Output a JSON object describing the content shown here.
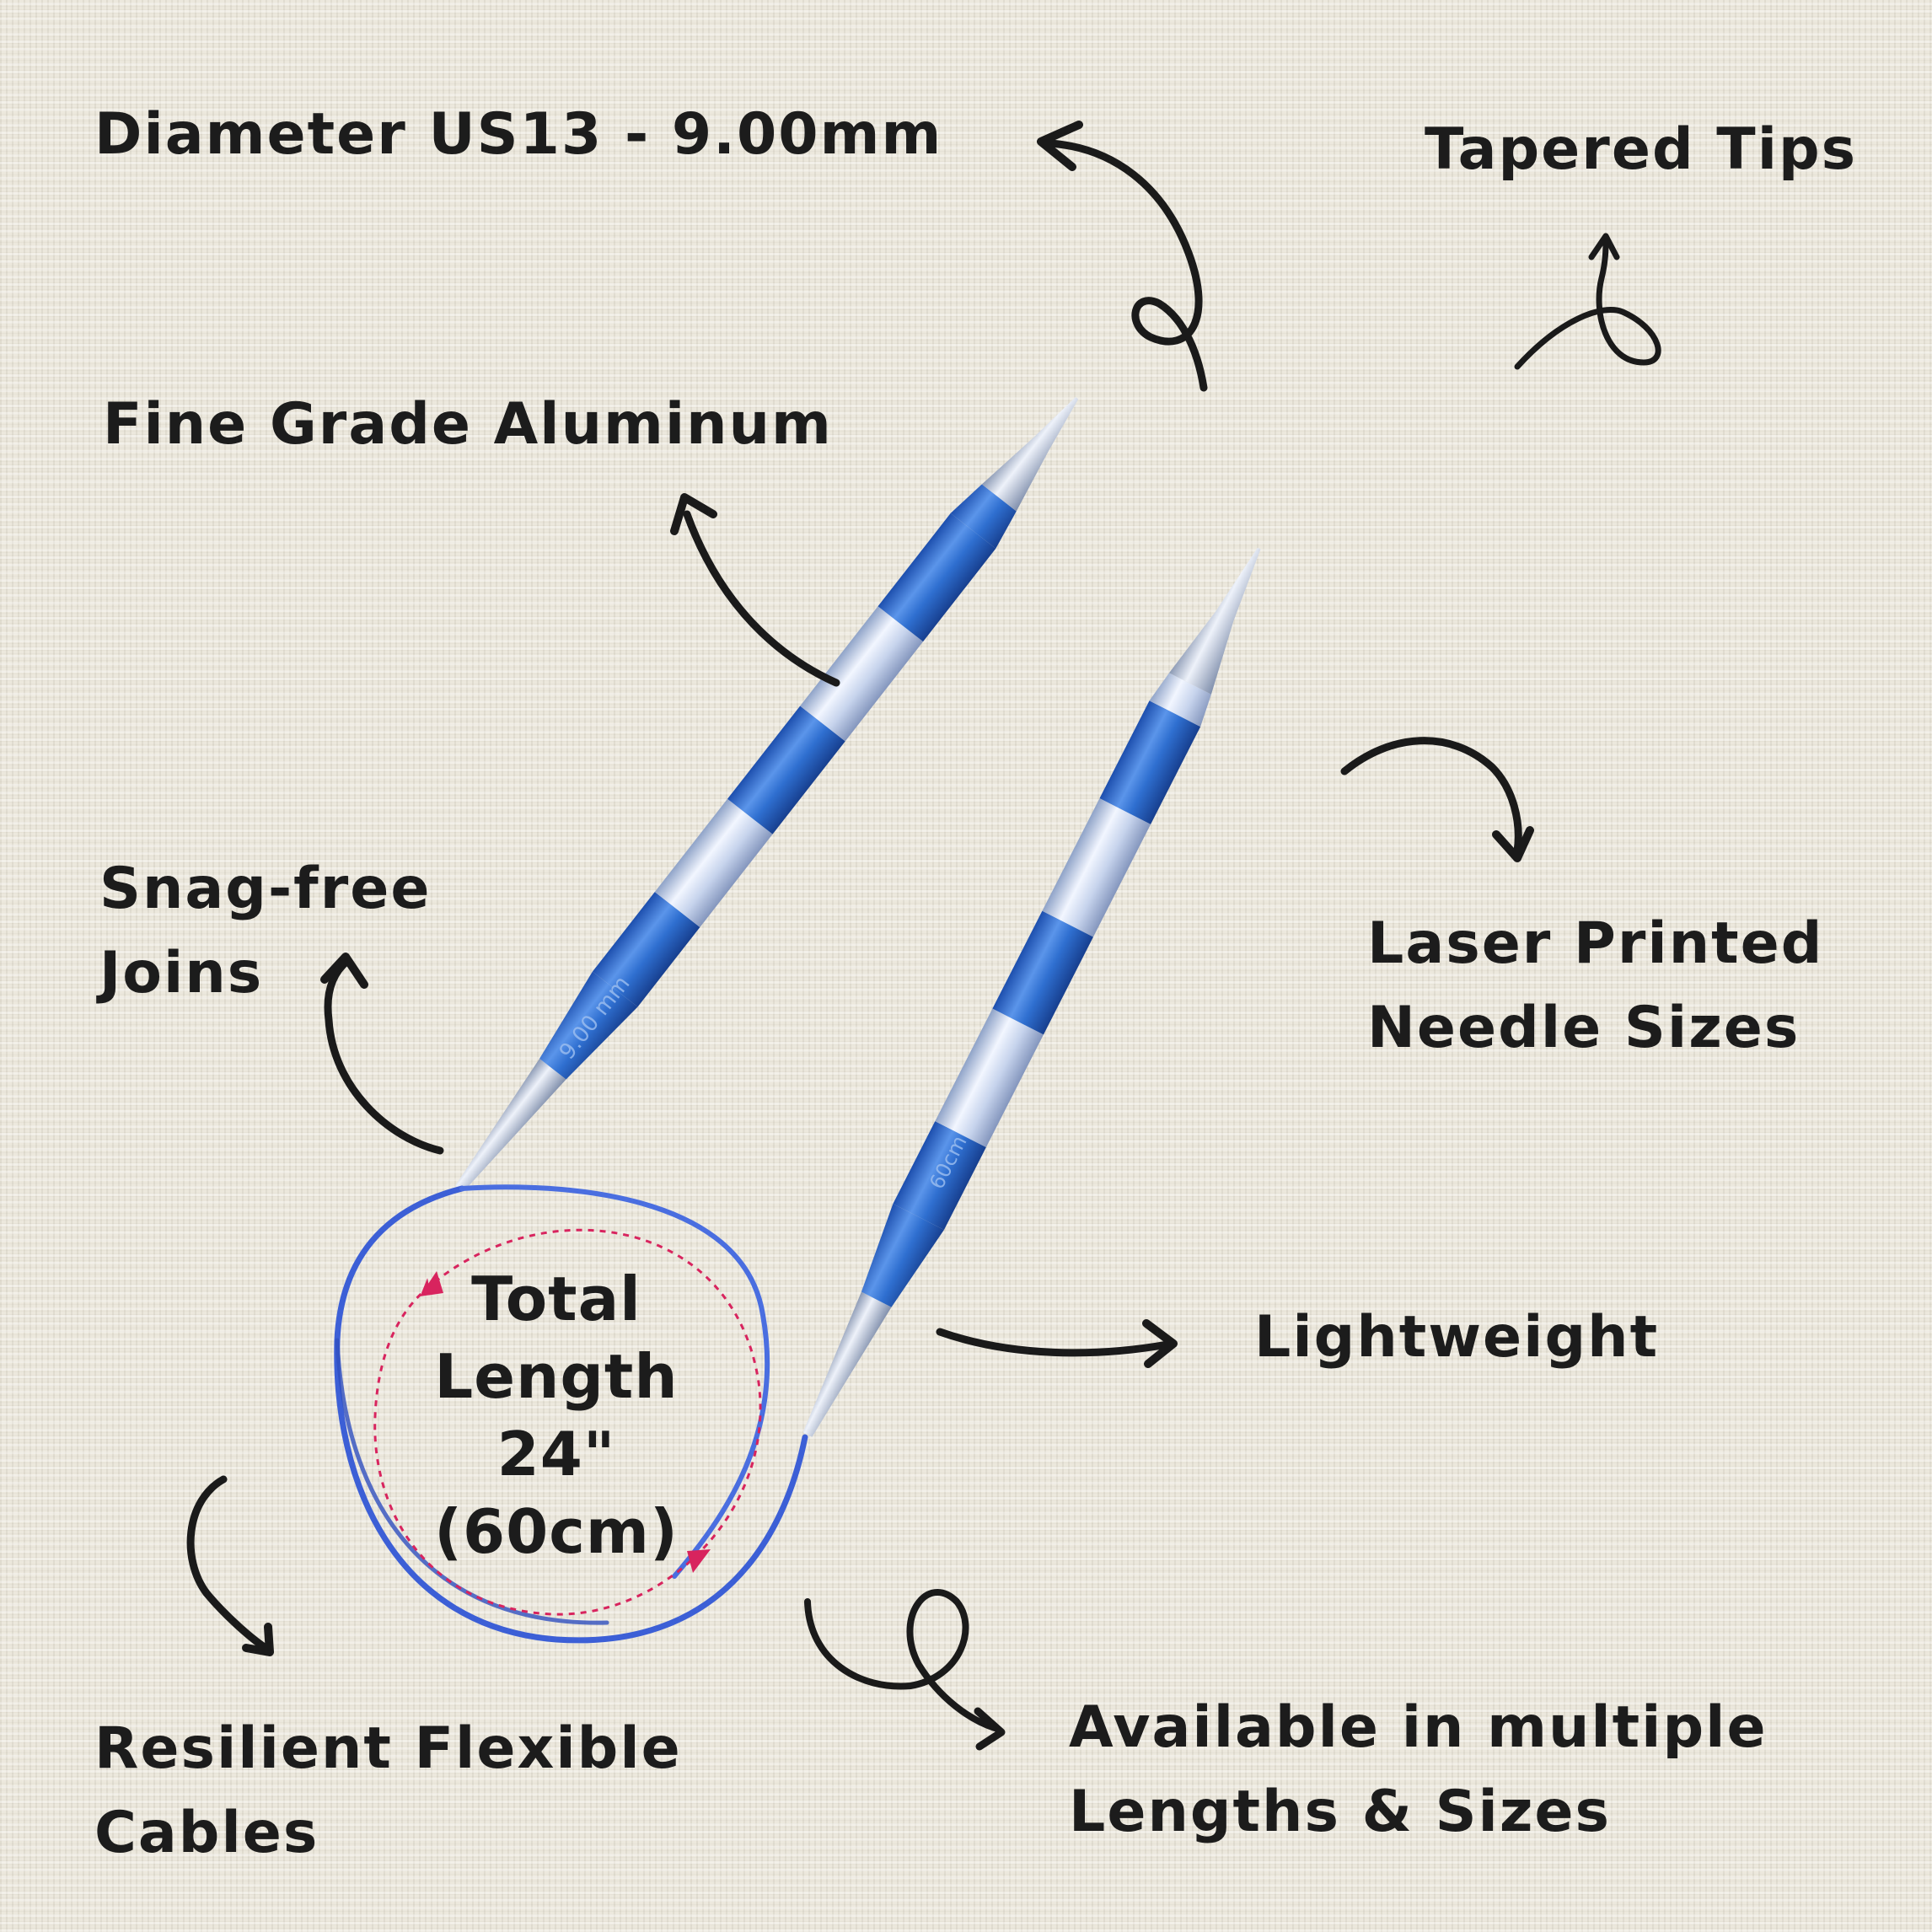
{
  "labels": {
    "diameter": "Diameter US13 - 9.00mm",
    "tapered_tips": "Tapered Tips",
    "aluminum": "Fine Grade Aluminum",
    "snag_free_line1": "Snag-free",
    "snag_free_line2": "Joins",
    "laser_line1": "Laser Printed",
    "laser_line2": "Needle Sizes",
    "lightweight": "Lightweight",
    "resilient_line1": "Resilient Flexible",
    "resilient_line2": "Cables",
    "available_line1": "Available in multiple",
    "available_line2": "Lengths & Sizes"
  },
  "total_length": {
    "line1": "Total",
    "line2": "Length",
    "line3": "24\"",
    "line4": "(60cm)"
  },
  "needle_markings": {
    "left": "9.00 mm",
    "right": "60cm"
  },
  "colors": {
    "needle_blue": "#2f6fd0",
    "needle_silver": "#c9d6ec",
    "cable_blue": "#3c5fd6",
    "dotted_circle": "#d8245e",
    "text": "#1c1c1c"
  }
}
